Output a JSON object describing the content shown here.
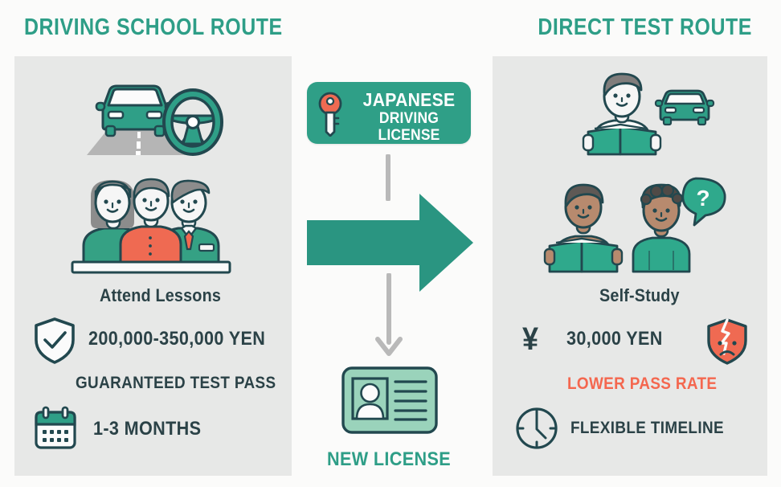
{
  "theme": {
    "teal": "#2f9f87",
    "teal_dark": "#2b8f79",
    "coral": "#f4674f",
    "ink": "#2b4247",
    "panel_bg": "#e7e8e7",
    "page_bg": "#fbfbfa",
    "road_gray": "#b5b5b5"
  },
  "left_column": {
    "title": "DRIVING SCHOOL ROUTE",
    "illustrations": [
      {
        "name": "car-with-steering-wheel",
        "caption": ""
      },
      {
        "name": "three-driving-instructors",
        "caption": ""
      }
    ],
    "rows": [
      {
        "icon": "none",
        "label": "Attend Lessons",
        "style": "mixed-case"
      },
      {
        "icon": "shield-check",
        "label": "200,000-350,000 YEN",
        "style": "uppercase"
      },
      {
        "icon": "none",
        "label": "GUARANTEED TEST PASS",
        "style": "uppercase"
      },
      {
        "icon": "calendar",
        "label": "1-3 MONTHS",
        "style": "uppercase"
      }
    ]
  },
  "right_column": {
    "title": "DIRECT TEST ROUTE",
    "illustrations": [
      {
        "name": "student-reading-book-with-car",
        "caption": ""
      },
      {
        "name": "two-students-studying",
        "caption": ""
      }
    ],
    "rows": [
      {
        "icon": "none",
        "label": "Self-Study",
        "style": "mixed-case"
      },
      {
        "icon": "yen-symbol",
        "label": "30,000 YEN",
        "style": "uppercase"
      },
      {
        "icon": "shield-broken",
        "label": "LOWER PASS RATE",
        "style": "uppercase-coral"
      },
      {
        "icon": "clock",
        "label": "FLEXIBLE TIMELINE",
        "style": "uppercase"
      }
    ],
    "yen_symbol": "¥"
  },
  "center": {
    "badge": {
      "icon": "key-icon",
      "line1": "JAPANESE",
      "line2": "DRIVING LICENSE"
    },
    "arrow": {
      "name": "right-arrow",
      "direction": "right"
    },
    "connector_top": "vertical-line",
    "connector_bottom": "down-arrow",
    "result": {
      "icon": "id-card-icon",
      "label": "NEW LICENSE"
    }
  }
}
